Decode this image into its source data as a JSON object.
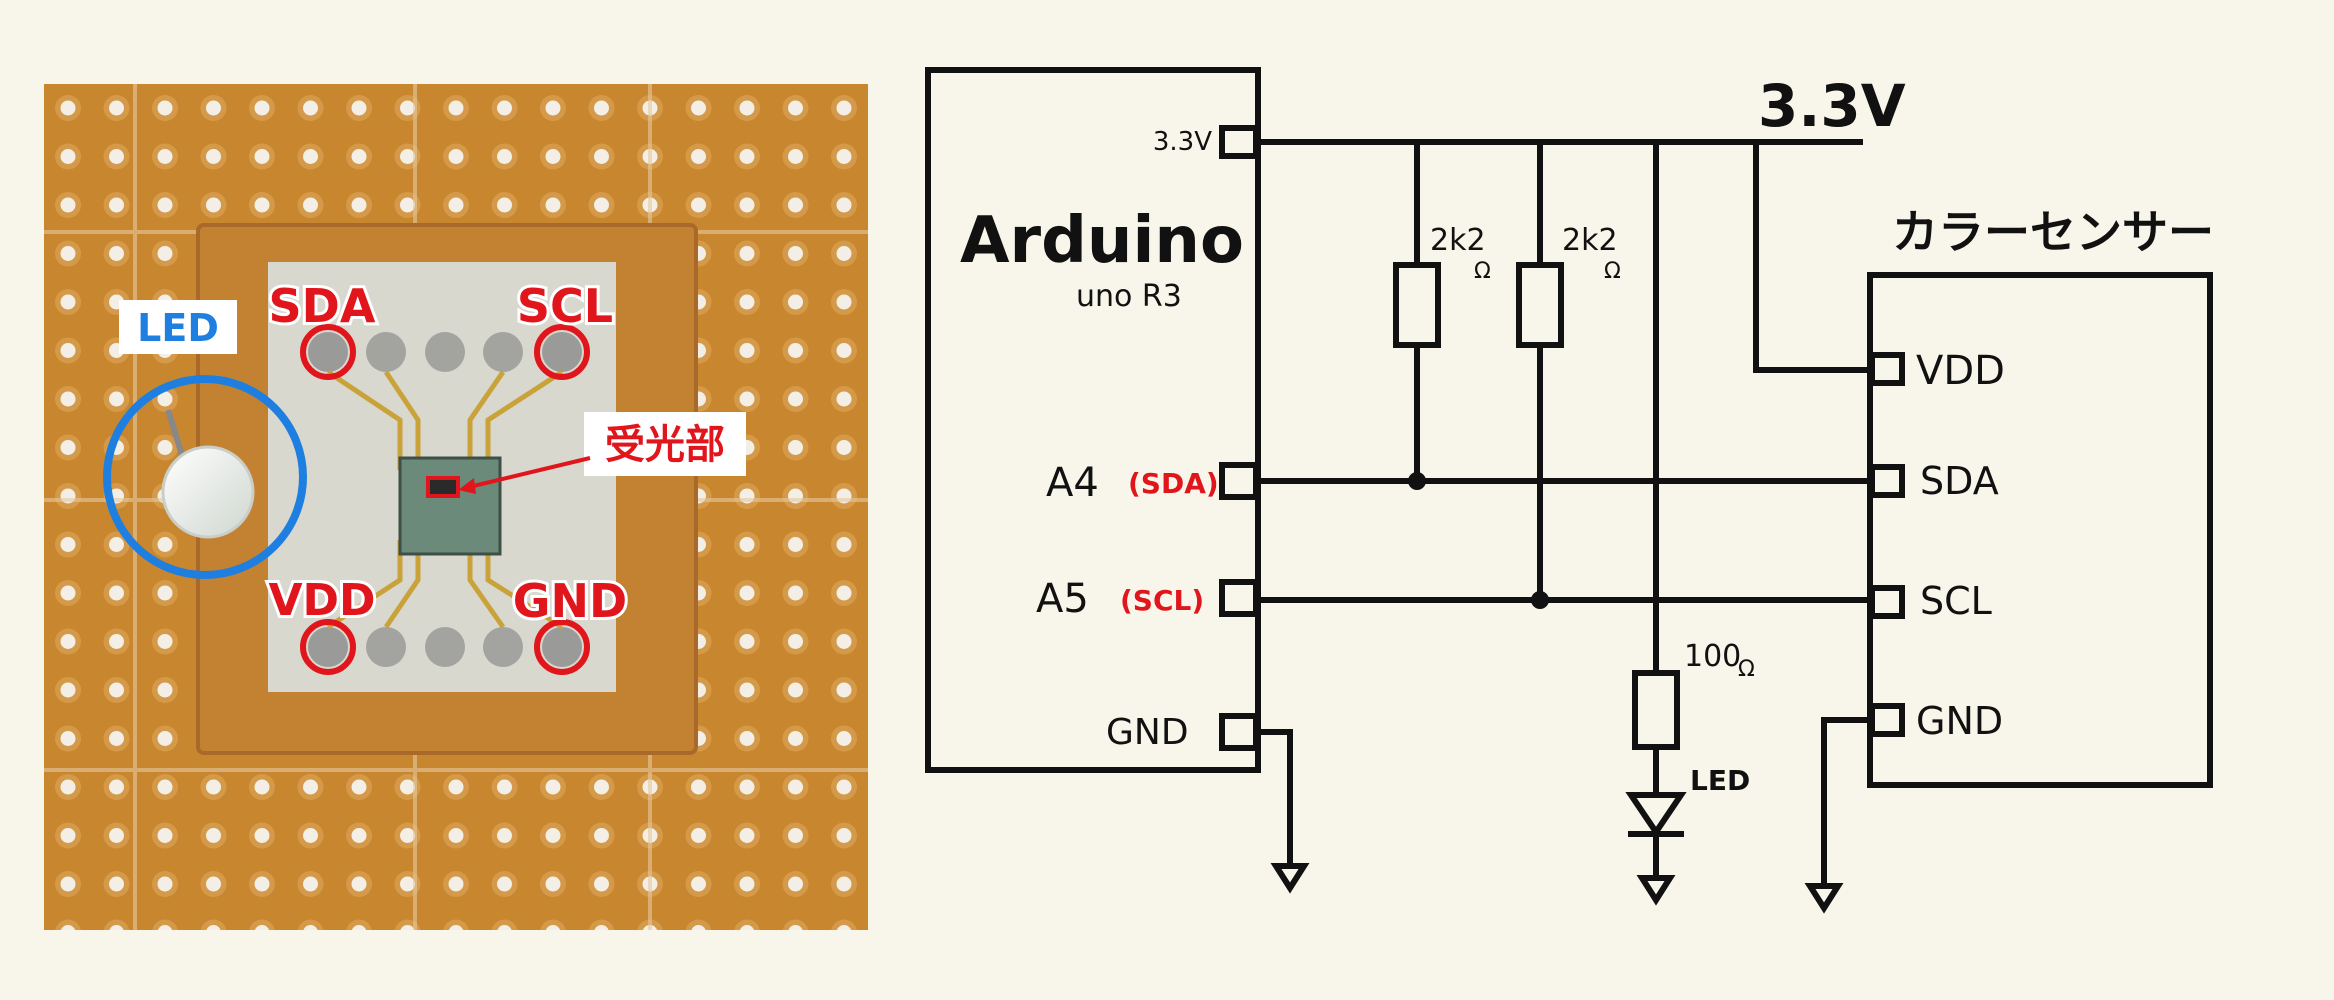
{
  "photo": {
    "labels": {
      "led": "LED",
      "sda": "SDA",
      "scl": "SCL",
      "vdd": "VDD",
      "gnd": "GND",
      "sensor_area": "受光部"
    }
  },
  "schematic": {
    "arduino": {
      "name": "Arduino",
      "model": "uno R3",
      "pins": {
        "v33": "3.3V",
        "a4": "A4",
        "a4_func": "(SDA)",
        "a5": "A5",
        "a5_func": "(SCL)",
        "gnd": "GND"
      }
    },
    "rail_label": "3.3V",
    "resistors": {
      "r1": {
        "value": "2k2",
        "unit": "Ω"
      },
      "r2": {
        "value": "2k2",
        "unit": "Ω"
      },
      "r3": {
        "value": "100",
        "unit": "Ω"
      }
    },
    "led_label": "LED",
    "sensor": {
      "title": "カラーセンサー",
      "pins": {
        "vdd": "VDD",
        "sda": "SDA",
        "scl": "SCL",
        "gnd": "GND"
      }
    }
  },
  "colors": {
    "background": "#f8f6ea",
    "board": "#c8862e",
    "annotation_red": "#e0161c",
    "annotation_blue": "#1f7fe0",
    "ink": "#111111"
  }
}
